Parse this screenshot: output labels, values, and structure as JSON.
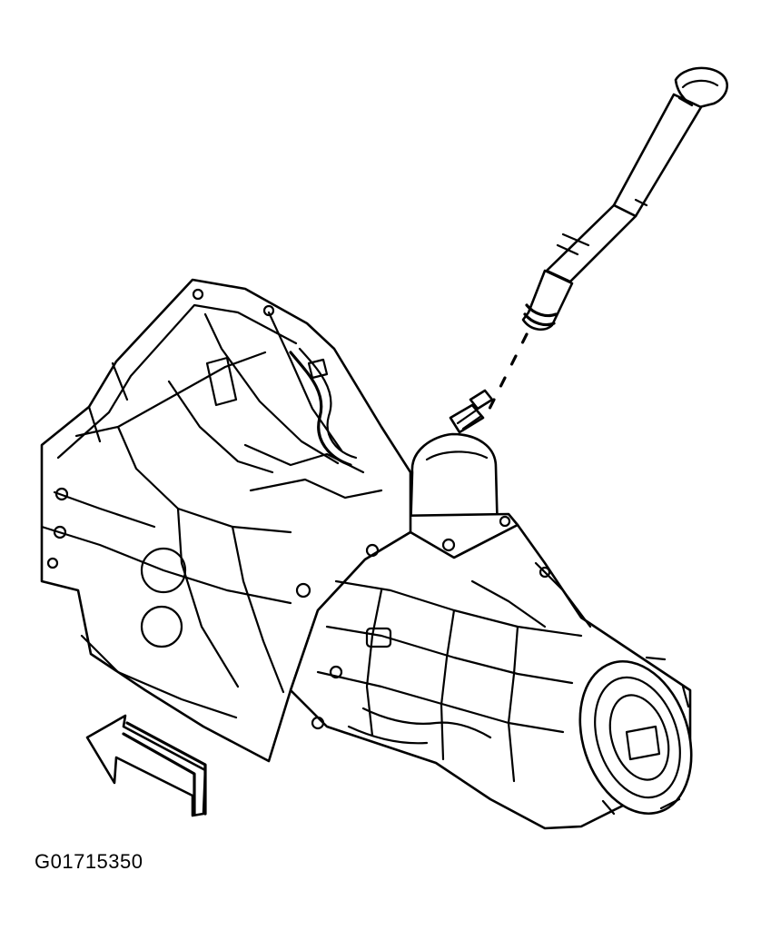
{
  "figure": {
    "id_label": "G01715350"
  },
  "colors": {
    "line": "#000000",
    "background": "#ffffff"
  },
  "parts": [
    "transmission-case",
    "bell-housing",
    "shift-tower",
    "shift-lever",
    "output-flange",
    "direction-arrow"
  ]
}
